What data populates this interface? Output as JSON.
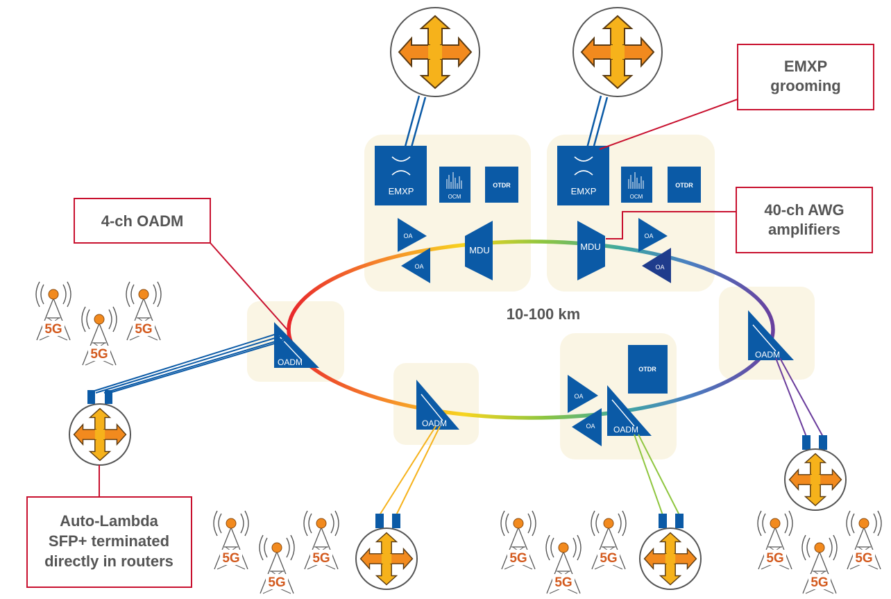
{
  "diagram": {
    "distance_label": "10-100 km",
    "callouts": {
      "oadm4": "4-ch OADM",
      "emxp_line1": "EMXP",
      "emxp_line2": "grooming",
      "awg_line1": "40-ch AWG",
      "awg_line2": "amplifiers",
      "autolambda_line1": "Auto-Lambda",
      "autolambda_line2": "SFP+ terminated",
      "autolambda_line3": "directly in routers"
    },
    "equipment": {
      "emxp": "EMXP",
      "ocm": "OCM",
      "otdr": "OTDR",
      "mdu": "MDU",
      "oa": "OA",
      "oadm": "OADM"
    },
    "tower_label": "5G",
    "colors": {
      "equipment_blue": "#0b5aa6",
      "dark_blue": "#1f3c8c",
      "callout_red": "#c8102e",
      "site_background": "#faf5e4",
      "router_orange": "#f28a1e",
      "router_yellow": "#f6b21b",
      "tower_dot": "#f28a1e",
      "tower_text": "#d35a1e",
      "text_gray": "#555555"
    }
  }
}
